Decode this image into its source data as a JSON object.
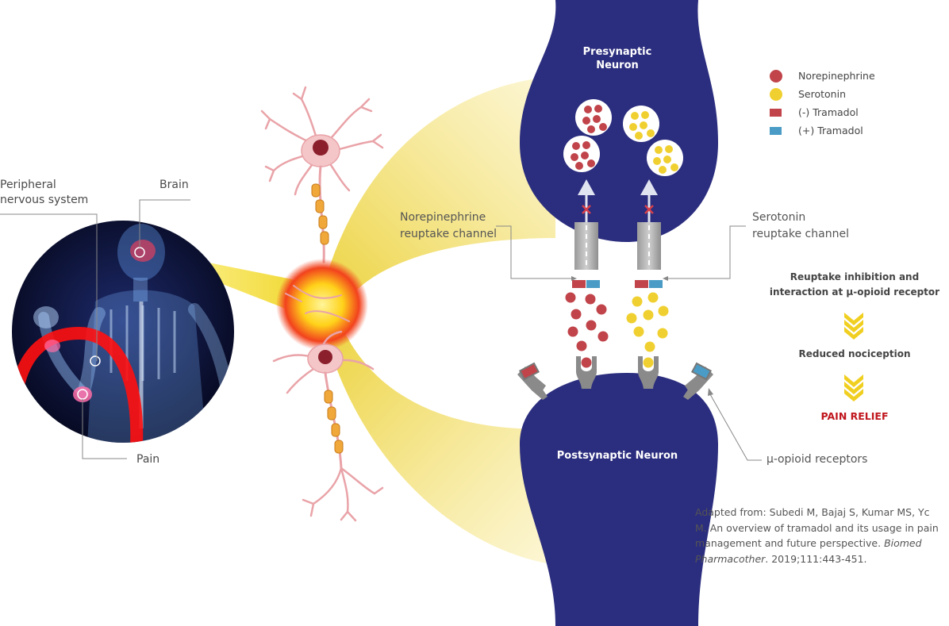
{
  "labels": {
    "peripheral_line1": "Peripheral",
    "peripheral_line2": "nervous system",
    "brain": "Brain",
    "pain": "Pain",
    "presynaptic_line1": "Presynaptic",
    "presynaptic_line2": "Neuron",
    "postsynaptic": "Postsynaptic Neuron",
    "ne_channel_line1": "Norepinephrine",
    "ne_channel_line2": "reuptake channel",
    "sero_channel_line1": "Serotonin",
    "sero_channel_line2": "reuptake channel",
    "mu_receptors": "μ-opioid receptors"
  },
  "legend": [
    {
      "label": "Norepinephrine",
      "shape": "circle",
      "color": "#c0444a"
    },
    {
      "label": "Serotonin",
      "shape": "circle",
      "color": "#f0d030"
    },
    {
      "label": "(-) Tramadol",
      "shape": "rect",
      "color": "#c0444a"
    },
    {
      "label": "(+) Tramadol",
      "shape": "rect",
      "color": "#4a9cc6"
    }
  ],
  "side_panel": {
    "step1_line1": "Reuptake inhibition and",
    "step1_line2": "interaction at μ-opioid receptor",
    "step2": "Reduced nociception",
    "step3": "PAIN RELIEF"
  },
  "citation": {
    "text1": "Adapted from: Subedi M, Bajaj S, Kumar MS, Yc M. An overview of tramadol and its usage in pain management and future perspective. ",
    "journal": "Biomed Pharmacother",
    "text2": ". 2019;111:443-451."
  },
  "colors": {
    "neuron_navy": "#2b2d7e",
    "norepinephrine": "#c0444a",
    "serotonin": "#f0d030",
    "minus_tramadol": "#c0444a",
    "plus_tramadol": "#4a9cc6",
    "chevron": "#f0cf20",
    "pain_relief": "#c0161d"
  }
}
